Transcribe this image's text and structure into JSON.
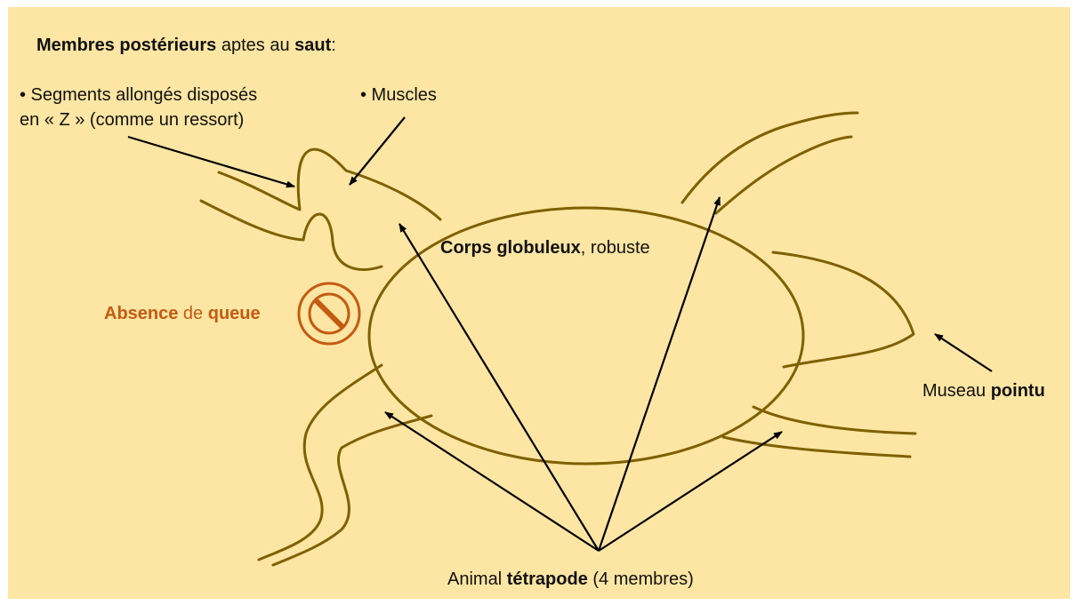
{
  "colors": {
    "background": "#fde6a3",
    "outline": "#7f6000",
    "arrow": "#000000",
    "accent": "#c55a11"
  },
  "labels": {
    "hind_limbs": {
      "strong1": "Membres postérieurs",
      "text1": " aptes au ",
      "strong2": "saut",
      "text2": ":"
    },
    "segments_line1": "• Segments allongés disposés",
    "segments_line2": "en « Z » (comme un ressort)",
    "muscles": "• Muscles",
    "body": {
      "strong": "Corps globuleux",
      "text": ", robuste"
    },
    "tail": {
      "strong1": "Absence",
      "text": " de ",
      "strong2": "queue"
    },
    "snout": {
      "text": "Museau ",
      "strong": "pointu"
    },
    "tetrapod": {
      "text1": "Animal ",
      "strong": "tétrapode",
      "text2": " (4 membres)"
    }
  },
  "icons": {
    "no_tail": "prohibition-icon"
  }
}
